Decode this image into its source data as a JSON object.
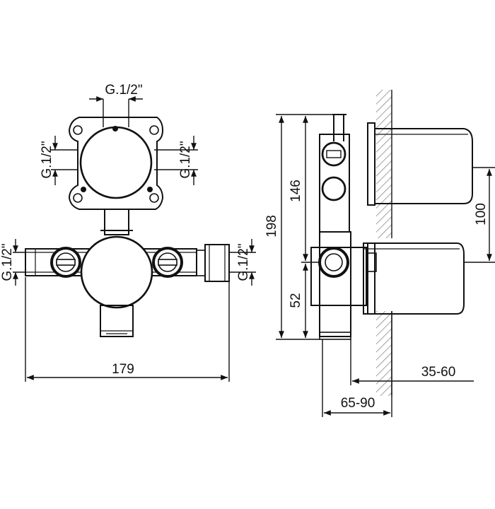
{
  "labels": {
    "thread_top": "G.1/2\"",
    "thread_left_upper": "G.1/2\"",
    "thread_right_upper": "G.1/2\"",
    "thread_left_lower": "G.1/2\"",
    "thread_right_lower": "G.1/2\"",
    "width": "179",
    "height_total": "198",
    "height_upper": "146",
    "height_lower": "52",
    "spacing": "100",
    "depth_outer": "65-90",
    "depth_inner": "35-60"
  }
}
